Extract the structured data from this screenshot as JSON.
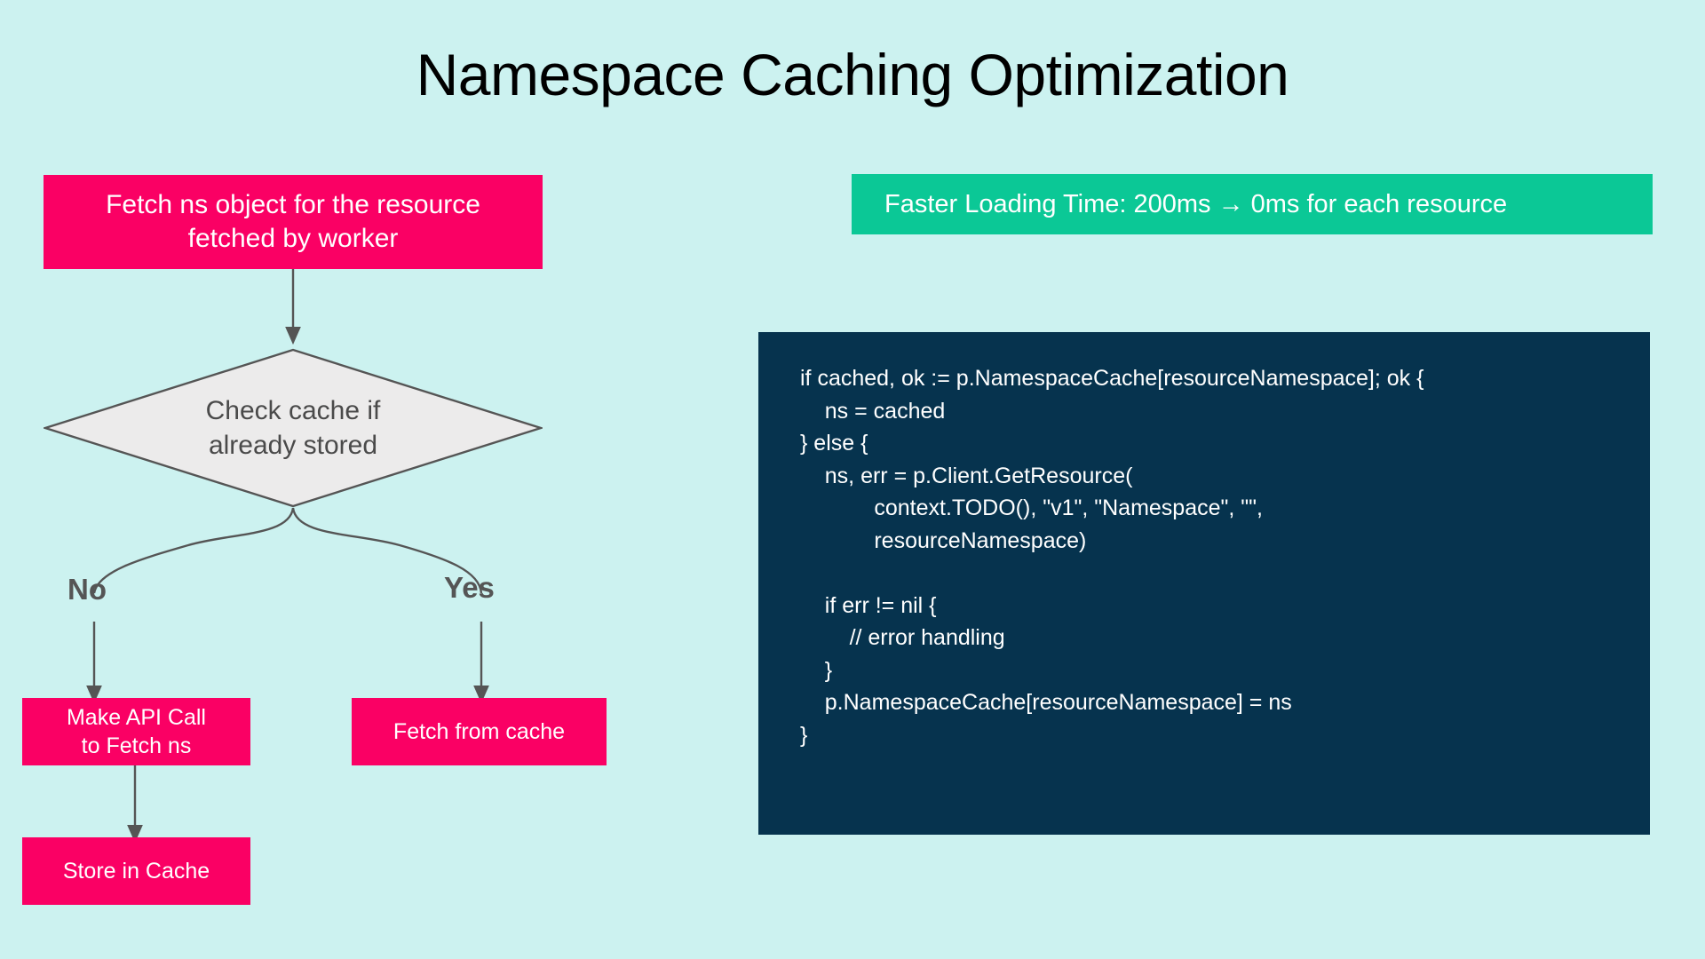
{
  "page": {
    "title": "Namespace Caching Optimization",
    "background_color": "#ccf2f0"
  },
  "colors": {
    "background": "#ccf2f0",
    "node_pink": "#fa0064",
    "node_text": "#ffffff",
    "decision_fill": "#ecebeb",
    "decision_stroke": "#555555",
    "connector": "#555555",
    "banner_green": "#0bc896",
    "code_panel": "#06334e",
    "code_text": "#ffffff",
    "title_text": "#000000"
  },
  "flowchart": {
    "nodes": [
      {
        "id": "fetch-ns",
        "label": "Fetch ns object for the resource\nfetched by worker",
        "shape": "rect"
      },
      {
        "id": "check-cache",
        "label": "Check cache  if\nalready stored",
        "shape": "diamond"
      },
      {
        "id": "make-api-call",
        "label": "Make API Call\nto Fetch ns",
        "shape": "rect"
      },
      {
        "id": "fetch-from-cache",
        "label": "Fetch from cache",
        "shape": "rect"
      },
      {
        "id": "store-in-cache",
        "label": "Store in Cache",
        "shape": "rect"
      }
    ],
    "branch_labels": {
      "no": "No",
      "yes": "Yes"
    }
  },
  "banner": {
    "text": "Faster Loading Time: 200ms → 0ms for each resource"
  },
  "code": {
    "language": "go",
    "snippet": "if cached, ok := p.NamespaceCache[resourceNamespace]; ok {\n    ns = cached\n} else {\n    ns, err = p.Client.GetResource(\n            context.TODO(), \"v1\", \"Namespace\", \"\",\n            resourceNamespace)\n\n    if err != nil {\n        // error handling\n    }\n    p.NamespaceCache[resourceNamespace] = ns\n}"
  }
}
